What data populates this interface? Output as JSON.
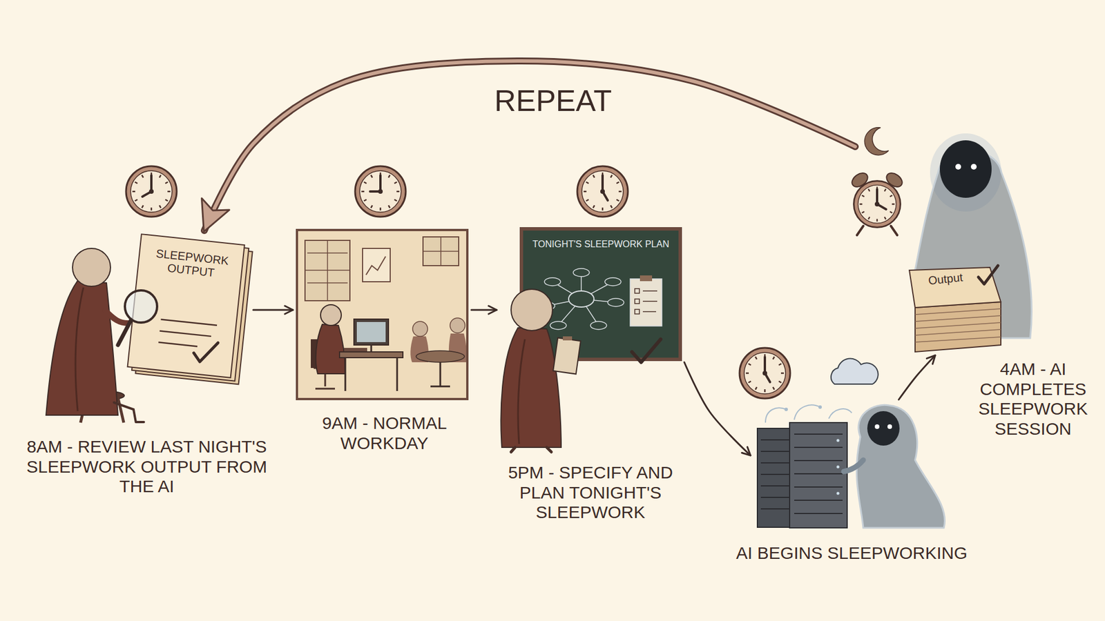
{
  "diagram": {
    "nodes": [
      {
        "text": [
          "8AM - REVIEW LAST NIGHT'S SLEEPWORK OUTPUT FROM THE AI"
        ]
      },
      {
        "text": [
          "9AM - NORMAL WORKDAY"
        ]
      },
      {
        "text": [
          "5PM - SPECIFY AND PLAN TONIGHT'S SLEEPWORK"
        ]
      },
      {
        "text": [
          "AI BEGINS SLEEPWORKING"
        ]
      },
      {
        "text": [
          "4AM - AI COMPLETES SLEEPWORK SESSION"
        ]
      }
    ],
    "edges": [
      {
        "from": 0,
        "to": 1,
        "arrow": "to"
      },
      {
        "from": 1,
        "to": 2,
        "arrow": "to"
      },
      {
        "from": 2,
        "to": 3,
        "arrow": "to"
      },
      {
        "from": 3,
        "to": 4,
        "arrow": "to"
      },
      {
        "from": 4,
        "to": 0,
        "arrow": "to",
        "label": "REPEAT"
      }
    ],
    "labels": [
      "SLEEPWORK OUTPUT",
      "TONIGHT'S SLEEPWORK PLAN",
      "Output"
    ]
  }
}
